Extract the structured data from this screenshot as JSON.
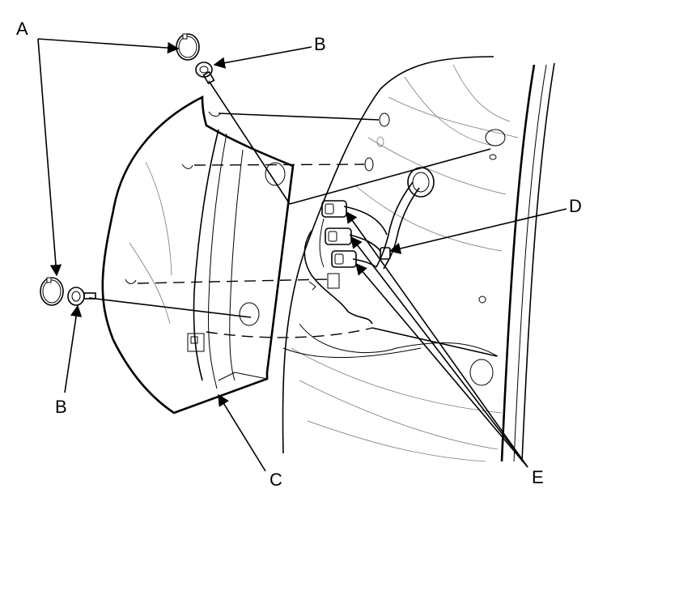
{
  "diagram": {
    "callouts": {
      "a": "A",
      "b_top": "B",
      "b_left": "B",
      "c": "C",
      "d": "D",
      "e": "E"
    }
  }
}
